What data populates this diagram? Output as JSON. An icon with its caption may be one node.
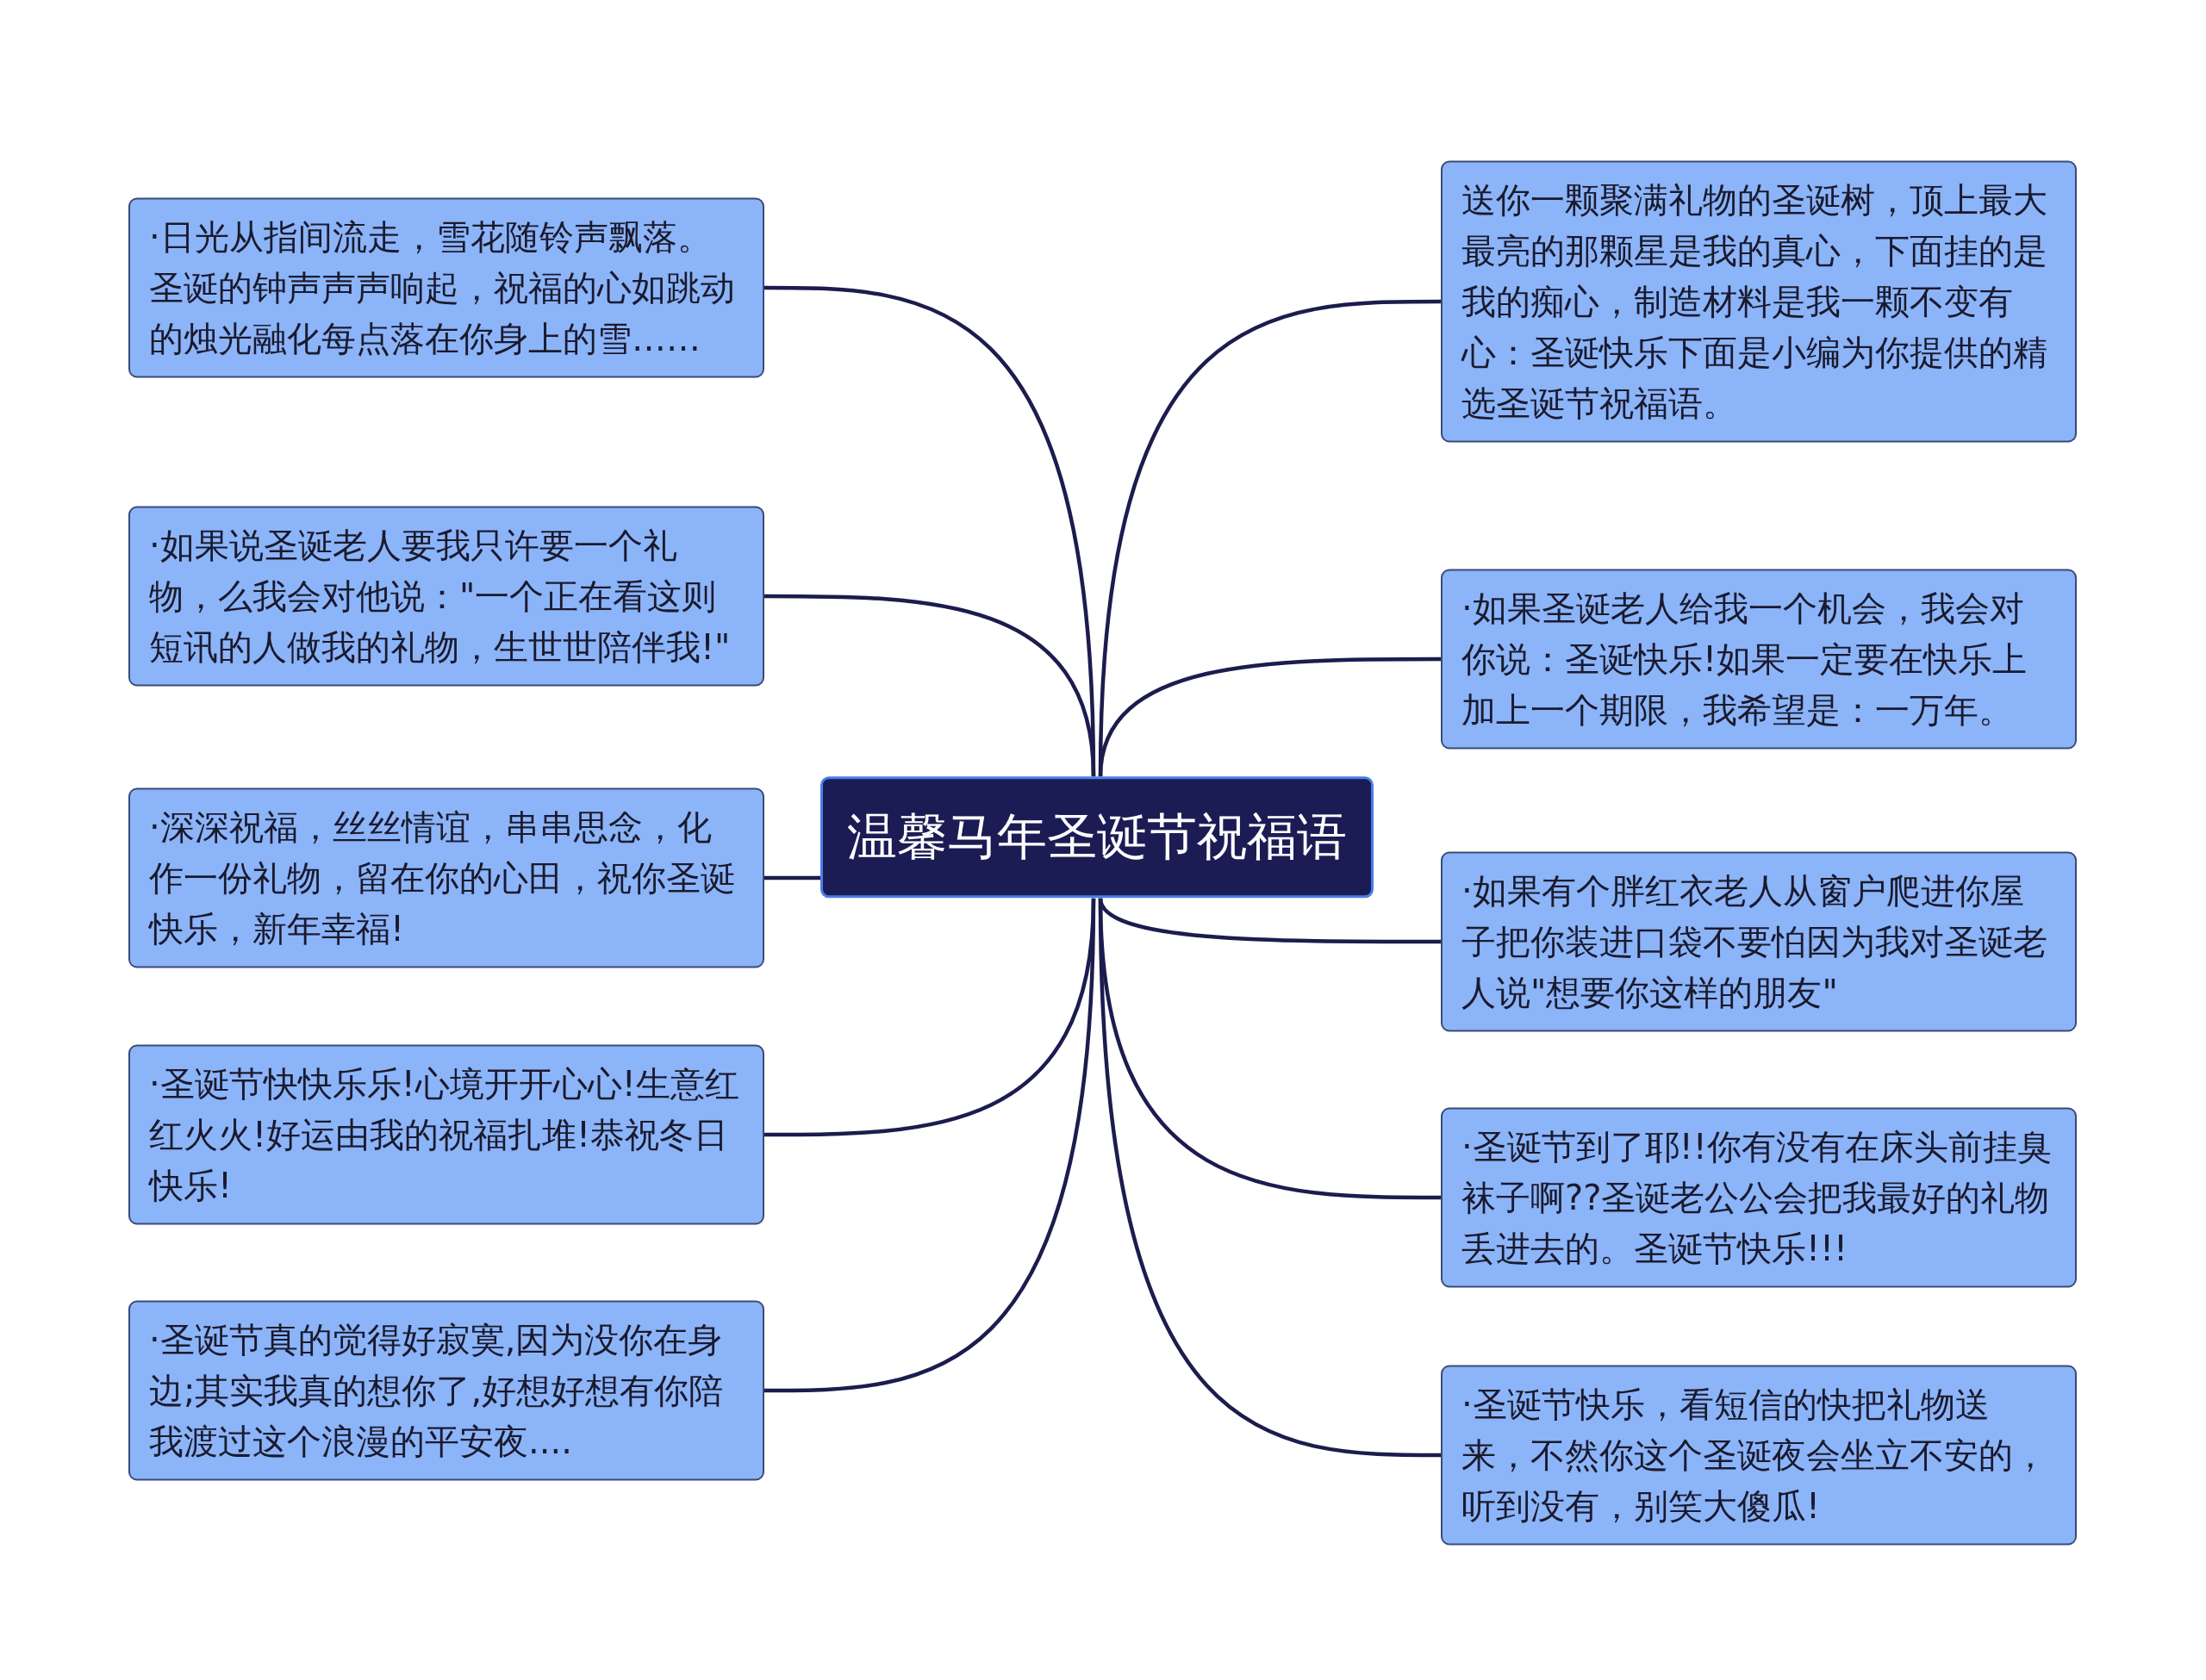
{
  "diagram": {
    "nodes": [
      {
        "text": [
          "温馨马年圣诞节祝福语"
        ]
      },
      {
        "text": [
          "·日光从指间流走，雪花随铃声飘落。圣诞的钟声声声响起，祝福的心如跳动的烛光融化每点落在你身上的雪……"
        ]
      },
      {
        "text": [
          "·如果说圣诞老人要我只许要一个礼物，么我会对他说：\"一个正在看这则短讯的人做我的礼物，生世世陪伴我!\""
        ]
      },
      {
        "text": [
          "·深深祝福，丝丝情谊，串串思念，化作一份礼物，留在你的心田，祝你圣诞快乐，新年幸福!"
        ]
      },
      {
        "text": [
          "·圣诞节快快乐乐!心境开开心心!生意红红火火!好运由我的祝福扎堆!恭祝冬日快乐!"
        ]
      },
      {
        "text": [
          "·圣诞节真的觉得好寂寞,因为没你在身边;其实我真的想你了,好想好想有你陪我渡过这个浪漫的平安夜...."
        ]
      },
      {
        "text": [
          "送你一颗聚满礼物的圣诞树，顶上最大最亮的那颗星是我的真心，下面挂的是我的痴心，制造材料是我一颗不变有心：圣诞快乐下面是小编为你提供的精选圣诞节祝福语。"
        ]
      },
      {
        "text": [
          "·如果圣诞老人给我一个机会，我会对你说：圣诞快乐!如果一定要在快乐上加上一个期限，我希望是：一万年。"
        ]
      },
      {
        "text": [
          "·如果有个胖红衣老人从窗户爬进你屋子把你装进口袋不要怕因为我对圣诞老人说\"想要你这样的朋友\""
        ]
      },
      {
        "text": [
          "·圣诞节到了耶!!你有没有在床头前挂臭袜子啊??圣诞老公公会把我最好的礼物丢进去的。圣诞节快乐!!!"
        ]
      },
      {
        "text": [
          "·圣诞节快乐，看短信的快把礼物送来，不然你这个圣诞夜会坐立不安的，听到没有，别笑大傻瓜!"
        ]
      }
    ],
    "edges": [
      {
        "from": 0,
        "to": 1,
        "arrow": "none"
      },
      {
        "from": 0,
        "to": 2,
        "arrow": "none"
      },
      {
        "from": 0,
        "to": 3,
        "arrow": "none"
      },
      {
        "from": 0,
        "to": 4,
        "arrow": "none"
      },
      {
        "from": 0,
        "to": 5,
        "arrow": "none"
      },
      {
        "from": 0,
        "to": 6,
        "arrow": "none"
      },
      {
        "from": 0,
        "to": 7,
        "arrow": "none"
      },
      {
        "from": 0,
        "to": 8,
        "arrow": "none"
      },
      {
        "from": 0,
        "to": 9,
        "arrow": "none"
      },
      {
        "from": 0,
        "to": 10,
        "arrow": "none"
      }
    ]
  }
}
